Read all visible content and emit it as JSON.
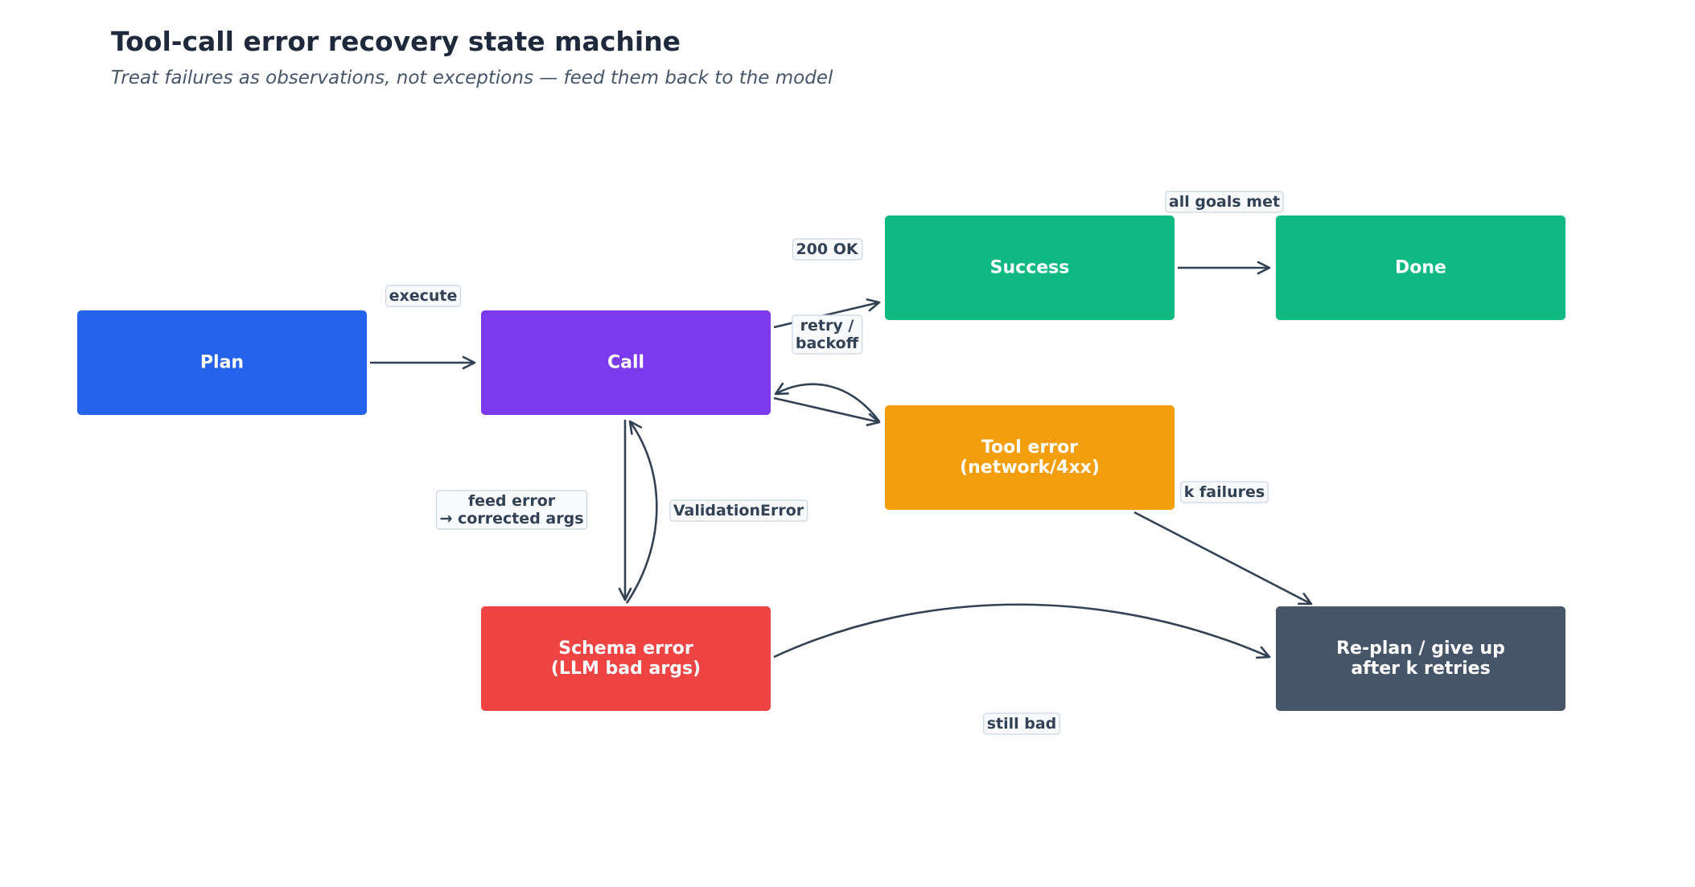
{
  "title": "Tool-call error recovery state machine",
  "subtitle": "Treat failures as observations, not exceptions — feed them back to the model",
  "nodes": [
    {
      "id": "plan",
      "lines": [
        "Plan"
      ],
      "color": "#2563eb"
    },
    {
      "id": "call",
      "lines": [
        "Call"
      ],
      "color": "#7c3aed"
    },
    {
      "id": "success",
      "lines": [
        "Success"
      ],
      "color": "#10b981"
    },
    {
      "id": "done",
      "lines": [
        "Done"
      ],
      "color": "#10b981"
    },
    {
      "id": "tool-error",
      "lines": [
        "Tool error",
        "(network/4xx)"
      ],
      "color": "#f59e0b"
    },
    {
      "id": "schema-error",
      "lines": [
        "Schema error",
        "(LLM bad args)"
      ],
      "color": "#ef4444"
    },
    {
      "id": "replan",
      "lines": [
        "Re-plan / give up",
        "after k retries"
      ],
      "color": "#475569"
    }
  ],
  "edges": [
    {
      "id": "plan-to-call",
      "from": "plan",
      "to": "call",
      "label": [
        "execute"
      ]
    },
    {
      "id": "call-to-success",
      "from": "call",
      "to": "success",
      "label": [
        "200 OK"
      ]
    },
    {
      "id": "call-to-tool-error",
      "from": "call",
      "to": "tool-error",
      "label": [
        "retry /",
        "backoff"
      ]
    },
    {
      "id": "tool-error-to-call",
      "from": "tool-error",
      "to": "call",
      "label": []
    },
    {
      "id": "call-to-schema-error",
      "from": "call",
      "to": "schema-error",
      "label": [
        "feed error",
        "→ corrected args"
      ]
    },
    {
      "id": "schema-error-to-call",
      "from": "schema-error",
      "to": "call",
      "label": [
        "ValidationError"
      ]
    },
    {
      "id": "success-to-done",
      "from": "success",
      "to": "done",
      "label": [
        "all goals met"
      ]
    },
    {
      "id": "tool-error-to-replan",
      "from": "tool-error",
      "to": "replan",
      "label": [
        "k failures"
      ]
    },
    {
      "id": "schema-error-to-replan",
      "from": "schema-error",
      "to": "replan",
      "label": [
        "still bad"
      ]
    }
  ],
  "colors": {
    "edge": "#334155",
    "title": "#1e293b",
    "subtitle": "#475569"
  }
}
